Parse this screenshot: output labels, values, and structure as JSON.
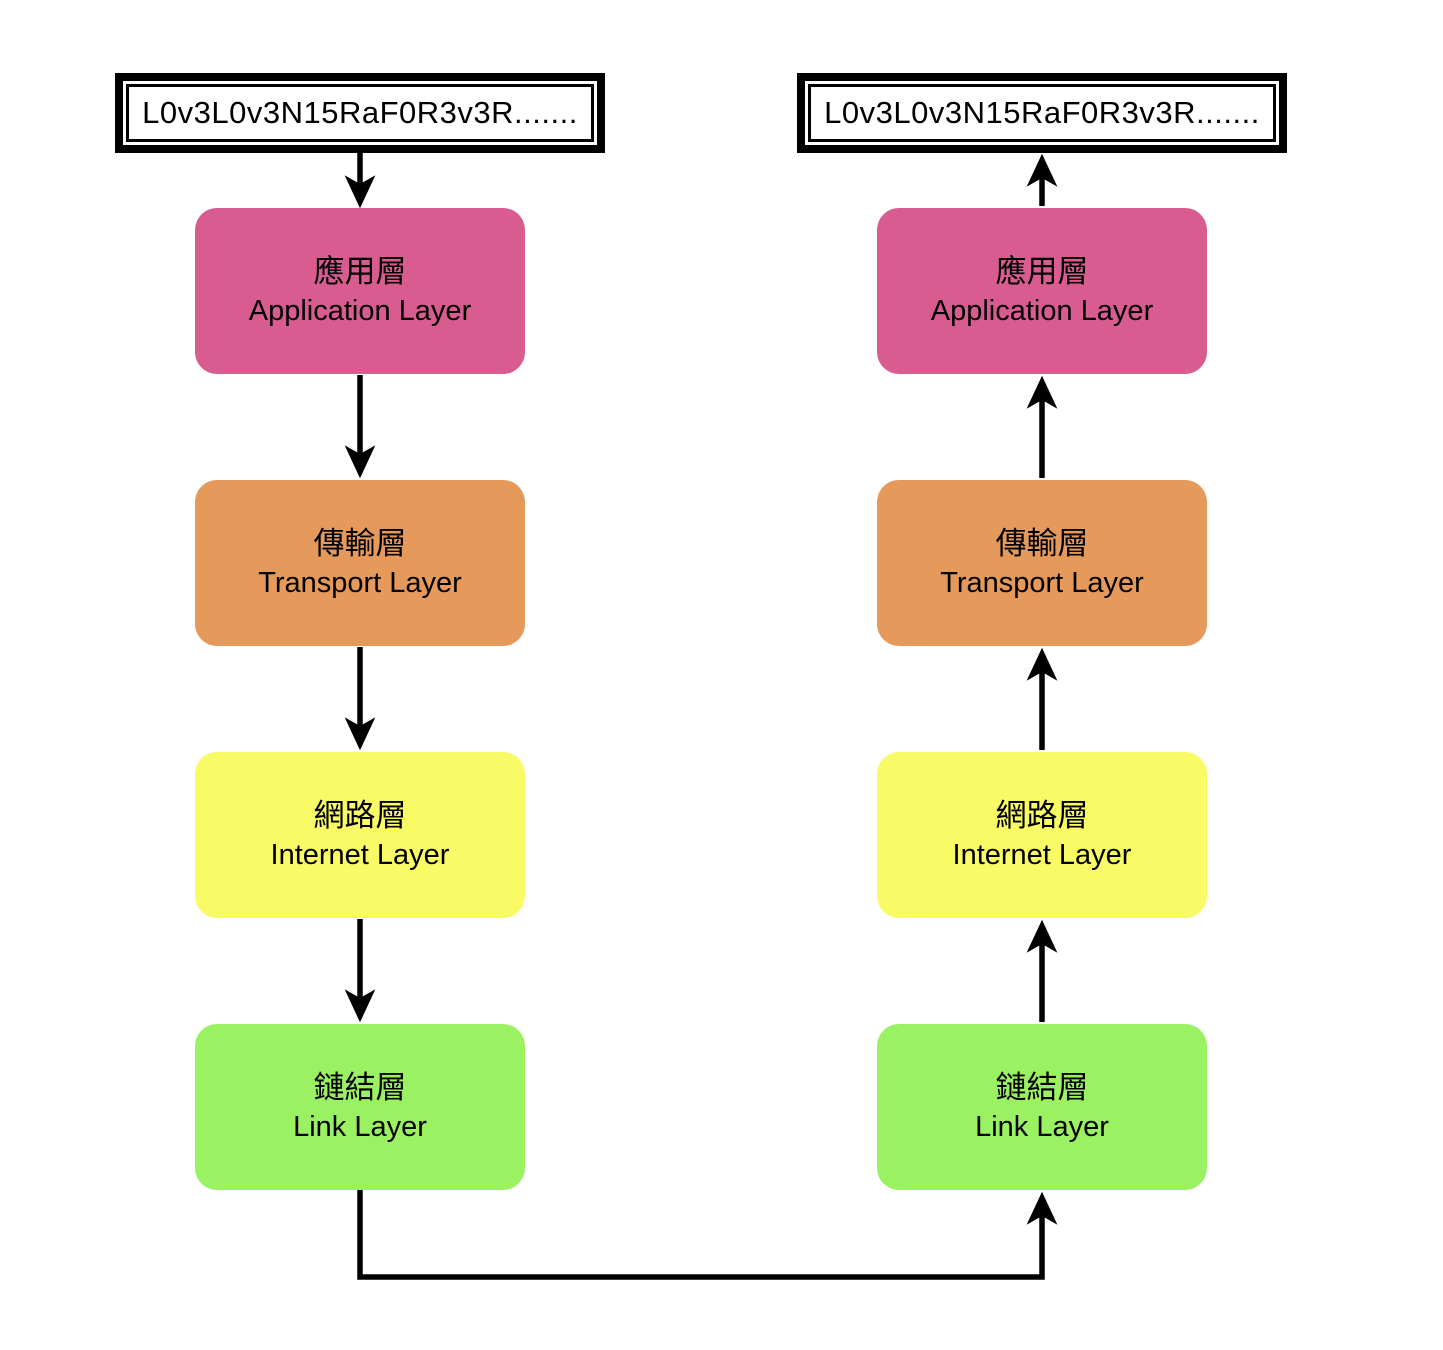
{
  "diagram": {
    "type": "flow-diagram",
    "subject": "TCP/IP protocol stack encapsulation and decapsulation",
    "background": "#ffffff",
    "arrow_color": "#000000"
  },
  "payload": {
    "text": "L0v3L0v3N15RaF0R3v3R......."
  },
  "layers": [
    {
      "zh": "應用層",
      "en": "Application Layer",
      "color": "#d85c90"
    },
    {
      "zh": "傳輸層",
      "en": "Transport Layer",
      "color": "#e59a5c"
    },
    {
      "zh": "網路層",
      "en": "Internet Layer",
      "color": "#f8fa66"
    },
    {
      "zh": "鏈結層",
      "en": "Link Layer",
      "color": "#9af263"
    }
  ],
  "columns": {
    "sender_direction": "down",
    "receiver_direction": "up"
  }
}
